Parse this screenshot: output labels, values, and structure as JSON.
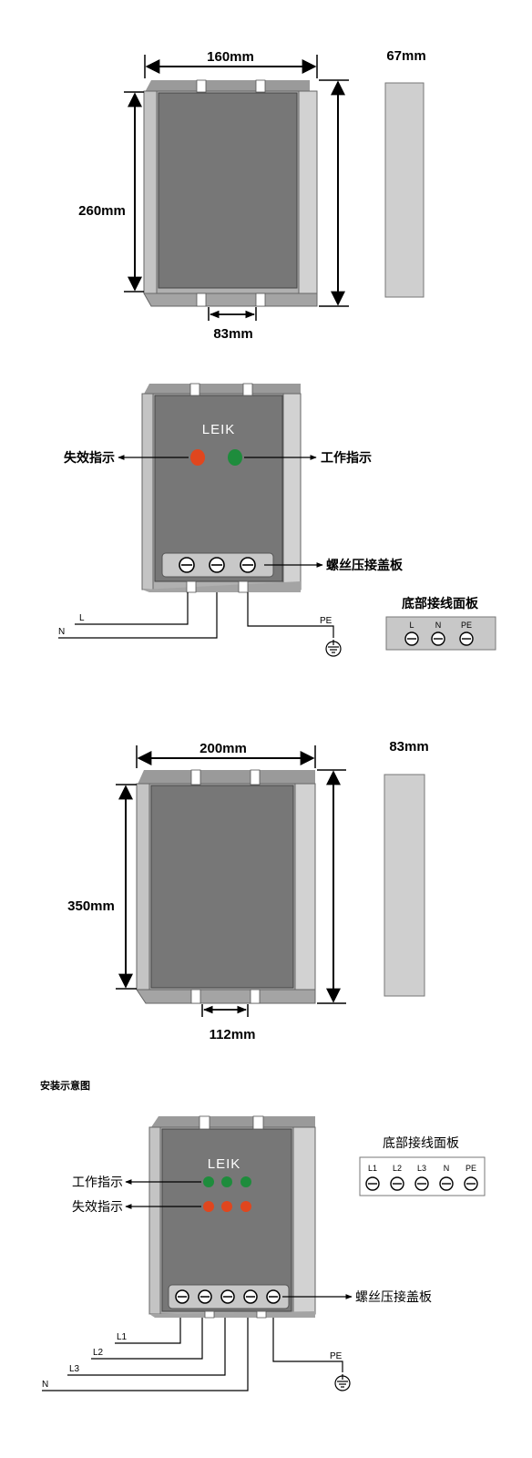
{
  "diagram1": {
    "width_label": "160mm",
    "height_label": "260mm",
    "depth_label": "67mm",
    "mount_label": "83mm"
  },
  "diagram2": {
    "brand": "LEIK",
    "fault_indicator": "失效指示",
    "work_indicator": "工作指示",
    "screw_cover": "螺丝压接盖板",
    "bottom_panel_title": "底部接线面板",
    "terminals": [
      "L",
      "N",
      "PE"
    ],
    "wires": {
      "l": "L",
      "n": "N",
      "pe": "PE"
    }
  },
  "diagram3": {
    "width_label": "200mm",
    "height_label": "350mm",
    "depth_label": "83mm",
    "mount_label": "112mm"
  },
  "diagram4": {
    "section_title": "安装示意图",
    "brand": "LEIK",
    "work_indicator": "工作指示",
    "fault_indicator": "失效指示",
    "screw_cover": "螺丝压接盖板",
    "bottom_panel_title": "底部接线面板",
    "terminals": [
      "L1",
      "L2",
      "L3",
      "N",
      "PE"
    ],
    "wires": {
      "l1": "L1",
      "l2": "L2",
      "l3": "L3",
      "n": "N",
      "pe": "PE"
    }
  },
  "colors": {
    "body": "#777777",
    "frame": "#b4b4b4",
    "side_panel": "#cfcfcf",
    "led_red": "#e0461e",
    "led_green": "#1e8c3c",
    "terminal_cover": "#c8c8c8"
  }
}
